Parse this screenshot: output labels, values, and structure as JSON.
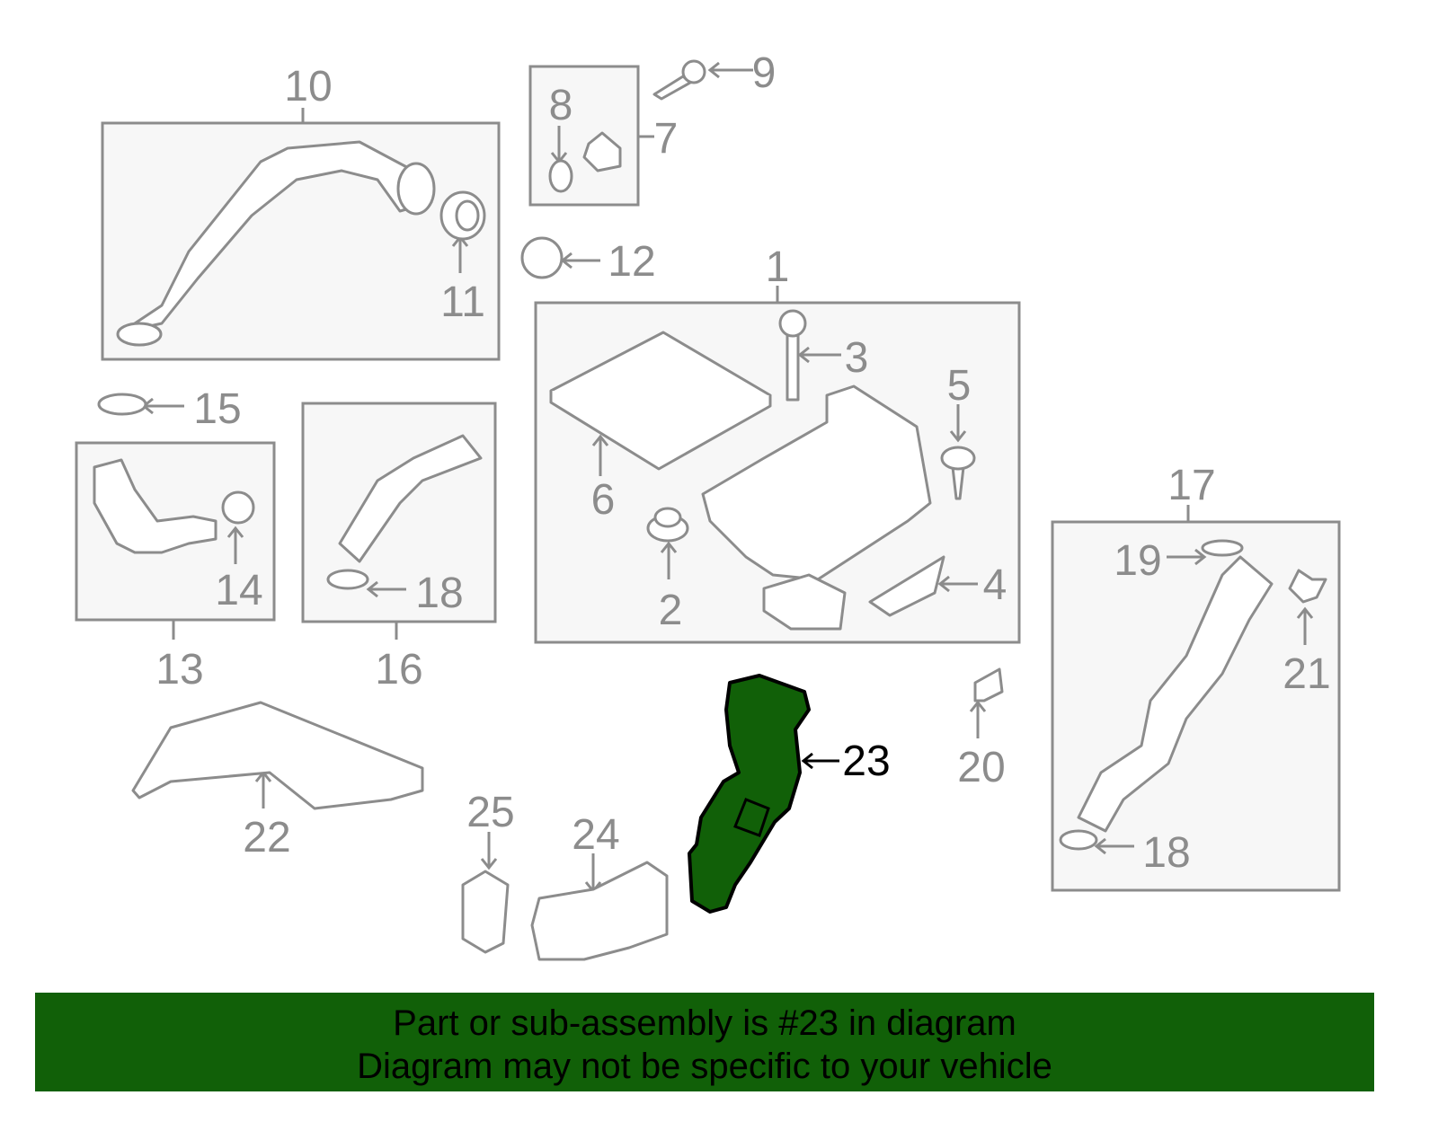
{
  "highlight_color": "#116008",
  "callouts": [
    {
      "num": "10",
      "hl": false
    },
    {
      "num": "9",
      "hl": false
    },
    {
      "num": "8",
      "hl": false
    },
    {
      "num": "7",
      "hl": false
    },
    {
      "num": "12",
      "hl": false
    },
    {
      "num": "11",
      "hl": false
    },
    {
      "num": "1",
      "hl": false
    },
    {
      "num": "3",
      "hl": false
    },
    {
      "num": "5",
      "hl": false
    },
    {
      "num": "15",
      "hl": false
    },
    {
      "num": "6",
      "hl": false
    },
    {
      "num": "2",
      "hl": false
    },
    {
      "num": "4",
      "hl": false
    },
    {
      "num": "14",
      "hl": false
    },
    {
      "num": "18",
      "hl": false
    },
    {
      "num": "13",
      "hl": false
    },
    {
      "num": "16",
      "hl": false
    },
    {
      "num": "17",
      "hl": false
    },
    {
      "num": "19",
      "hl": false
    },
    {
      "num": "21",
      "hl": false
    },
    {
      "num": "20",
      "hl": false
    },
    {
      "num": "23",
      "hl": true
    },
    {
      "num": "22",
      "hl": false
    },
    {
      "num": "25",
      "hl": false
    },
    {
      "num": "24",
      "hl": false
    },
    {
      "num": "18",
      "hl": false
    }
  ],
  "banner": {
    "line1": "Part or sub-assembly is #23 in diagram",
    "line2": "Diagram may not be specific to your vehicle"
  }
}
